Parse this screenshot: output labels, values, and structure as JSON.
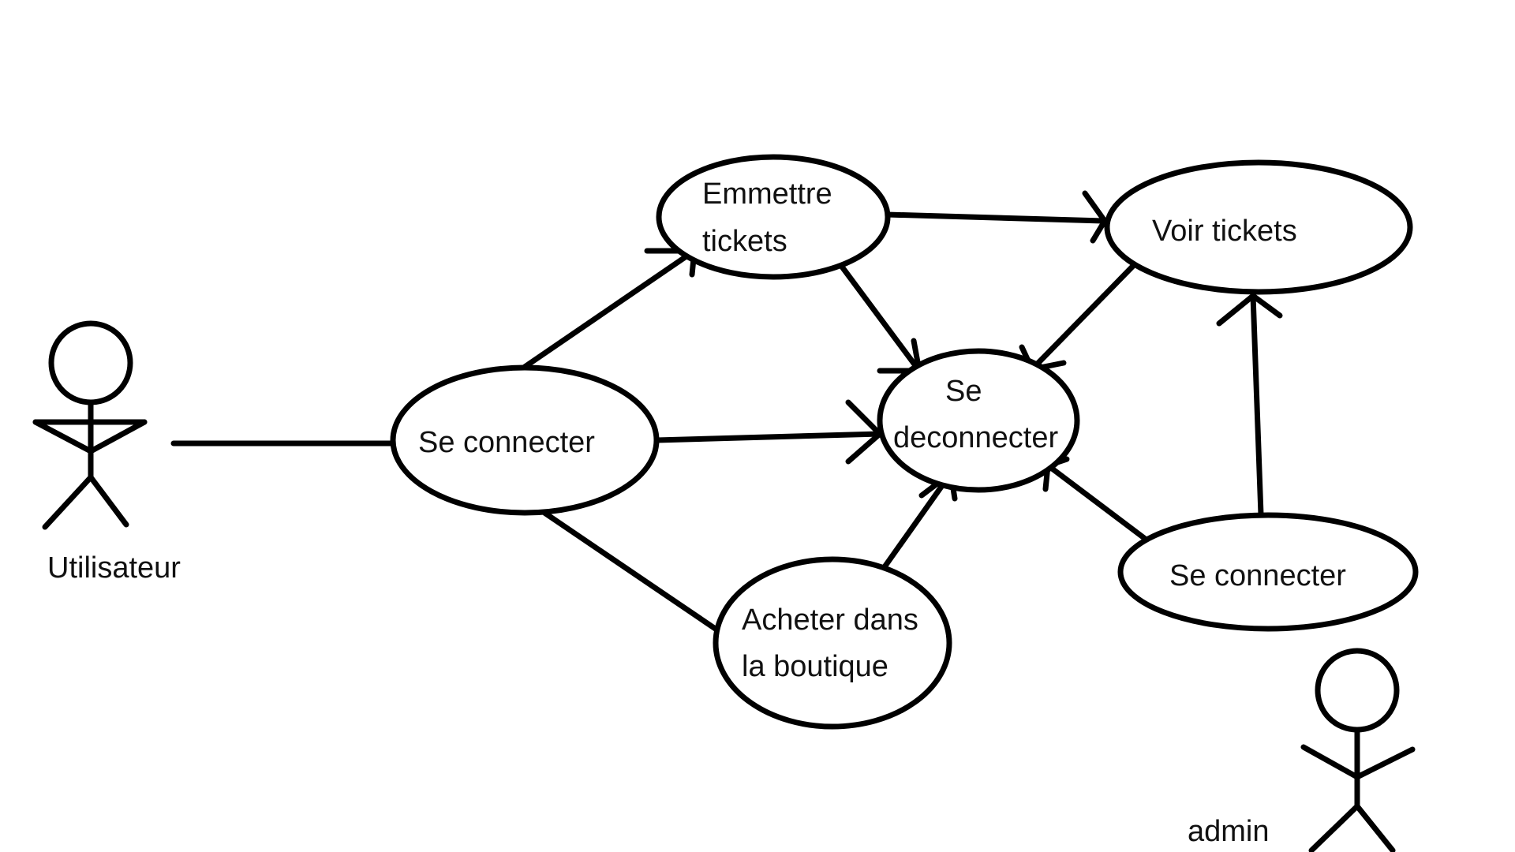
{
  "actors": {
    "user": {
      "label": "Utilisateur"
    },
    "admin": {
      "label": "admin"
    }
  },
  "use_cases": {
    "user_login": {
      "label": "Se connecter"
    },
    "emit_tickets": {
      "line1": "Emmettre",
      "line2": "tickets"
    },
    "logout": {
      "line1": "Se",
      "line2": "deconnecter"
    },
    "shop": {
      "line1": "Acheter dans",
      "line2": "la boutique"
    },
    "view_tickets": {
      "label": "Voir tickets"
    },
    "admin_login": {
      "label": "Se connecter"
    }
  },
  "colors": {
    "stroke": "#000000",
    "text": "#111111",
    "background": "#ffffff"
  }
}
